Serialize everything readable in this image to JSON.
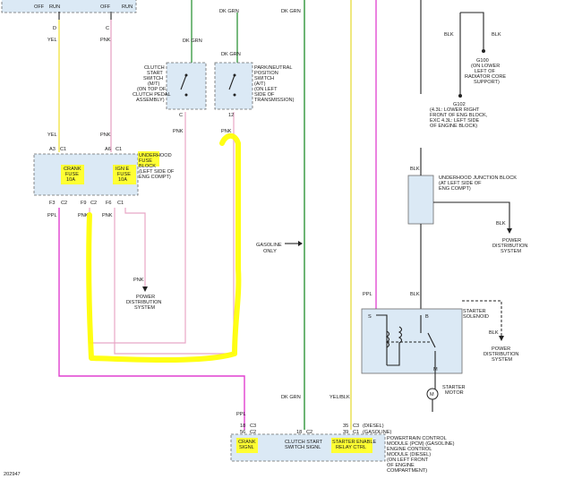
{
  "colors": {
    "yel": "#f2e34a",
    "pnk": "#e8a6c6",
    "ppl": "#e040d0",
    "dk_grn": "#1e8c2a",
    "yel_blk": "#e6dc3c",
    "blk": "#222222",
    "box_fill": "#dbe9f5",
    "highlight": "#ffff00"
  },
  "top": {
    "off_left": "OFF",
    "run_left": "RUN",
    "off_right": "OFF",
    "run_right": "RUN",
    "pin_d": "D",
    "pin_c": "C"
  },
  "wires": {
    "yel": "YEL",
    "yel_lower": "YEL",
    "pnk_top": "PNK",
    "pnk_mid": "PNK",
    "dk_grn_a": "DK GRN",
    "dk_grn_b": "DK GRN",
    "dk_grn_c": "DK GRN",
    "dk_grn_d": "DK GRN",
    "dk_grn_lower": "DK GRN",
    "pnk_clutch": "PNK",
    "pnk_park": "PNK",
    "ppl_left": "PPL",
    "pnk_f9": "PNK",
    "pnk_f6": "PNK",
    "pnk_dist": "PNK",
    "ppl_bottom": "PPL",
    "yel_blk": "YEL/BLK",
    "blk_top_a": "BLK",
    "blk_top_b": "BLK",
    "blk_junction": "BLK",
    "blk_dist": "BLK",
    "blk_solenoid": "BLK",
    "blk_pdist": "BLK",
    "ppl_right": "PPL"
  },
  "clutch_switch": {
    "l1": "CLUTCH",
    "l2": "START",
    "l3": "SWITCH",
    "l4": "(M/T)",
    "l5": "(ON TOP OF",
    "l6": "CLUTCH PEDAL",
    "l7": "ASSEMBLY)",
    "pin": "C"
  },
  "park_switch": {
    "l1": "PARK/NEUTRAL",
    "l2": "POSITION",
    "l3": "SWITCH",
    "l4": "(A/T)",
    "l5": "(ON LEFT",
    "l6": "SIDE OF",
    "l7": "TRANSMISSION)",
    "pin": "12"
  },
  "fuse_block": {
    "a3": "A3",
    "c1a": "C1",
    "a6": "A6",
    "c1b": "C1",
    "crank_fuse": "CRANK",
    "crank_fuse2": "FUSE",
    "crank_fuse3": "10A",
    "ign_fuse": "IGN E",
    "ign_fuse2": "FUSE",
    "ign_fuse3": "10A",
    "name1": "UNDERHOOD",
    "name2": "FUSE",
    "name3": "BLOCK",
    "name4": "(LEFT SIDE OF",
    "name5": "ENG COMPT)",
    "f3": "F3",
    "c2a": "C2",
    "f9": "F9",
    "c2b": "C2",
    "f6": "F6",
    "c1c": "C1"
  },
  "power_dist_left": {
    "l1": "POWER",
    "l2": "DISTRIBUTION",
    "l3": "SYSTEM"
  },
  "gasoline_only": {
    "l1": "GASOLINE",
    "l2": "ONLY"
  },
  "ground_g100": {
    "name": "G100",
    "l1": "(ON LOWER",
    "l2": "LEFT OF",
    "l3": "RADIATOR CORE",
    "l4": "SUPPORT)"
  },
  "ground_g102": {
    "name": "G102",
    "l1": "(4.3L: LOWER RIGHT",
    "l2": "FRONT OF ENG BLOCK,",
    "l3": "EXC 4.3L: LEFT SIDE",
    "l4": "OF ENGINE BLOCK)"
  },
  "junction_block": {
    "l1": "UNDERHOOD JUNCTION BLOCK",
    "l2": "(AT LEFT SIDE OF",
    "l3": "ENG COMPT)"
  },
  "power_dist_right": {
    "l1": "POWER",
    "l2": "DISTRIBUTION",
    "l3": "SYSTEM"
  },
  "power_dist_right2": {
    "l1": "POWER",
    "l2": "DISTRIBUTION",
    "l3": "SYSTEM"
  },
  "starter": {
    "s": "S",
    "b": "B",
    "m": "M",
    "solenoid1": "STARTER",
    "solenoid2": "SOLENOID",
    "motor1": "STARTER",
    "motor2": "MOTOR",
    "motor_symbol": "M"
  },
  "pcm": {
    "pin18a": "18",
    "c3a": "C3",
    "pin56": "56",
    "c2a": "C2",
    "pin18b": "18",
    "c2b": "C2",
    "pin35": "35",
    "c3b": "C3",
    "diesel": "(DIESEL)",
    "pin39": "39",
    "c1": "C1",
    "gasoline": "(GASOLINE)",
    "crank1": "CRANK",
    "crank2": "SIGNL",
    "clutch1": "CLUTCH START",
    "clutch2": "SWITCH SIGNL",
    "relay1": "STARTER ENABLE",
    "relay2": "RELAY CTRL",
    "name1": "POWERTRAIN CONTROL",
    "name2": "MODULE (PCM) (GASOLINE)",
    "name3": "ENGINE CONTROL",
    "name4": "MODULE (DIESEL)",
    "name5": "(ON LEFT FRONT",
    "name6": "OF ENGINE",
    "name7": "COMPARTMENT)"
  },
  "footer": "202947"
}
